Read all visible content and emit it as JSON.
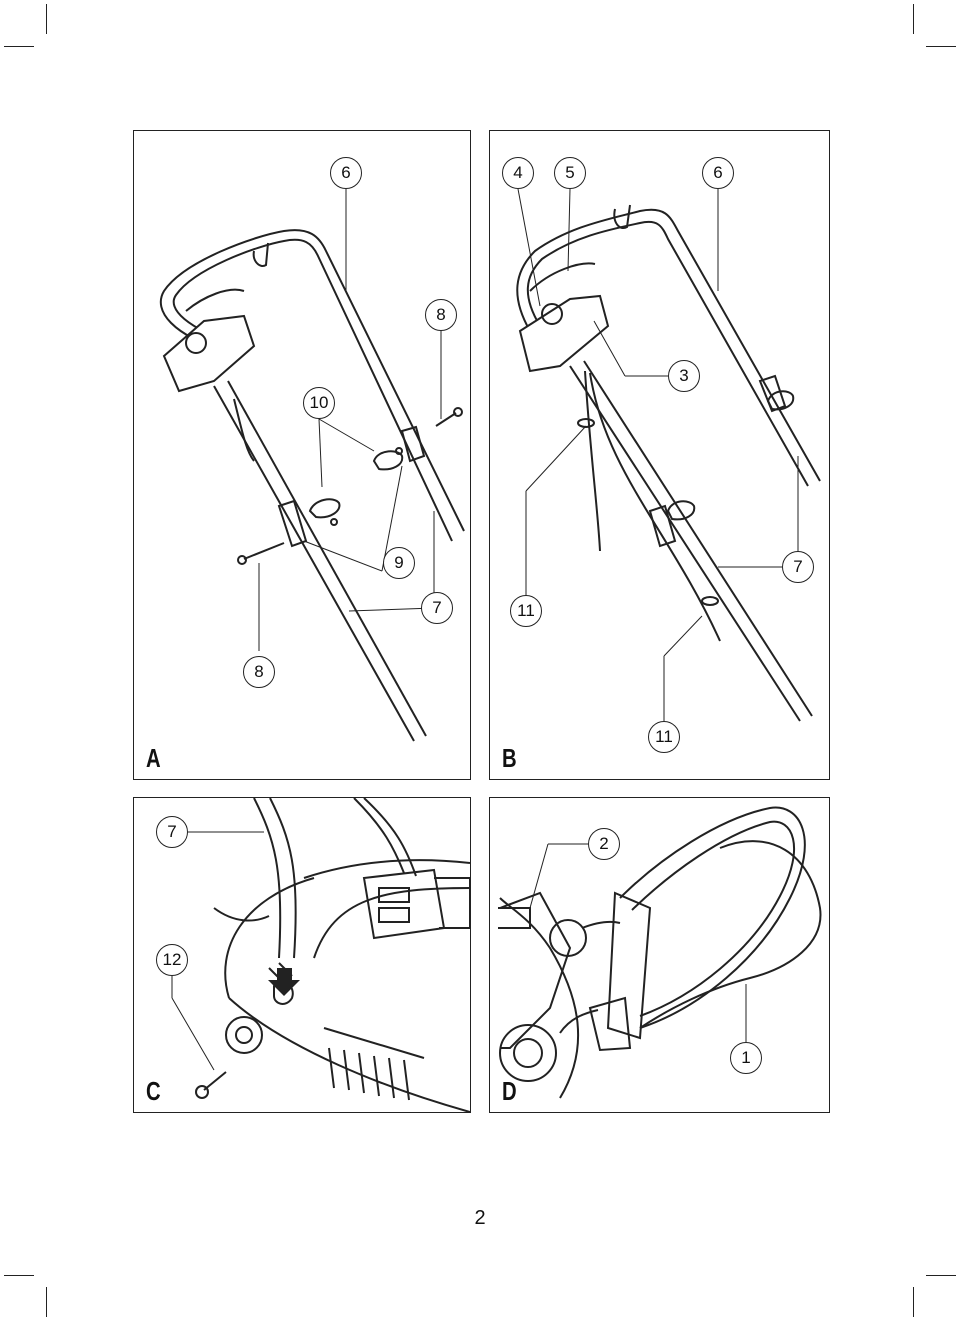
{
  "panels": [
    {
      "letter": "A",
      "callouts": [
        "6",
        "8",
        "10",
        "9",
        "7",
        "8"
      ]
    },
    {
      "letter": "B",
      "callouts": [
        "4",
        "5",
        "6",
        "3",
        "7",
        "11",
        "11"
      ]
    },
    {
      "letter": "C",
      "callouts": [
        "7",
        "12"
      ]
    },
    {
      "letter": "D",
      "callouts": [
        "2",
        "1"
      ]
    }
  ],
  "page_number": "2"
}
